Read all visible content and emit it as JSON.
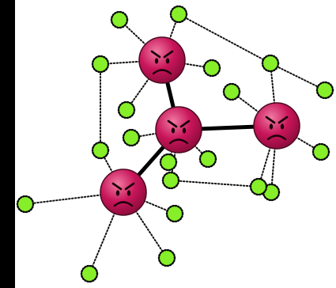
{
  "diagram": {
    "colors": {
      "background": "#000000",
      "canvas": "#ffffff",
      "hub_fill": "#c8155a",
      "hub_fill_dark": "#8e0c3c",
      "hub_highlight": "#f07aa2",
      "hub_outline": "#4a0a20",
      "face_stroke": "#1a0008",
      "leaf_fill": "#86ef2a",
      "leaf_dots": "#0a0a0a",
      "dotted_edge": "#111111",
      "strong_edge": "#000000"
    },
    "hubs": [
      {
        "id": "hub-top",
        "face": "angry"
      },
      {
        "id": "hub-center",
        "face": "angry"
      },
      {
        "id": "hub-right",
        "face": "angry"
      },
      {
        "id": "hub-bottom-left",
        "face": "angry"
      }
    ],
    "leaves": [
      {
        "id": "leaf-1"
      },
      {
        "id": "leaf-2"
      },
      {
        "id": "leaf-3"
      },
      {
        "id": "leaf-4"
      },
      {
        "id": "leaf-5"
      },
      {
        "id": "leaf-6"
      },
      {
        "id": "leaf-7"
      },
      {
        "id": "leaf-8"
      },
      {
        "id": "leaf-9"
      },
      {
        "id": "leaf-10"
      },
      {
        "id": "leaf-11"
      },
      {
        "id": "leaf-12"
      },
      {
        "id": "leaf-13"
      },
      {
        "id": "leaf-14"
      },
      {
        "id": "leaf-15"
      },
      {
        "id": "leaf-16"
      },
      {
        "id": "leaf-17"
      },
      {
        "id": "leaf-18"
      },
      {
        "id": "leaf-19"
      },
      {
        "id": "leaf-20"
      },
      {
        "id": "leaf-21"
      }
    ],
    "strong_edges": [
      [
        "hub-top",
        "hub-center"
      ],
      [
        "hub-center",
        "hub-right"
      ],
      [
        "hub-center",
        "hub-bottom-left"
      ]
    ],
    "dotted_edges": [
      [
        "hub-top",
        "leaf-1"
      ],
      [
        "hub-top",
        "leaf-2"
      ],
      [
        "hub-top",
        "leaf-3"
      ],
      [
        "hub-top",
        "leaf-4"
      ],
      [
        "hub-top",
        "leaf-5"
      ],
      [
        "leaf-2",
        "leaf-7"
      ],
      [
        "leaf-3",
        "leaf-15"
      ],
      [
        "leaf-7",
        "leaf-8"
      ],
      [
        "hub-center",
        "leaf-9"
      ],
      [
        "hub-center",
        "leaf-10"
      ],
      [
        "hub-center",
        "leaf-11"
      ],
      [
        "hub-center",
        "leaf-12"
      ],
      [
        "hub-right",
        "leaf-7"
      ],
      [
        "hub-right",
        "leaf-6"
      ],
      [
        "hub-right",
        "leaf-13"
      ],
      [
        "hub-right",
        "leaf-14"
      ],
      [
        "hub-right",
        "leaf-16"
      ],
      [
        "leaf-12",
        "leaf-16"
      ],
      [
        "hub-bottom-left",
        "leaf-15"
      ],
      [
        "hub-bottom-left",
        "leaf-17"
      ],
      [
        "hub-bottom-left",
        "leaf-18"
      ],
      [
        "hub-bottom-left",
        "leaf-19"
      ],
      [
        "hub-bottom-left",
        "leaf-20"
      ]
    ]
  }
}
